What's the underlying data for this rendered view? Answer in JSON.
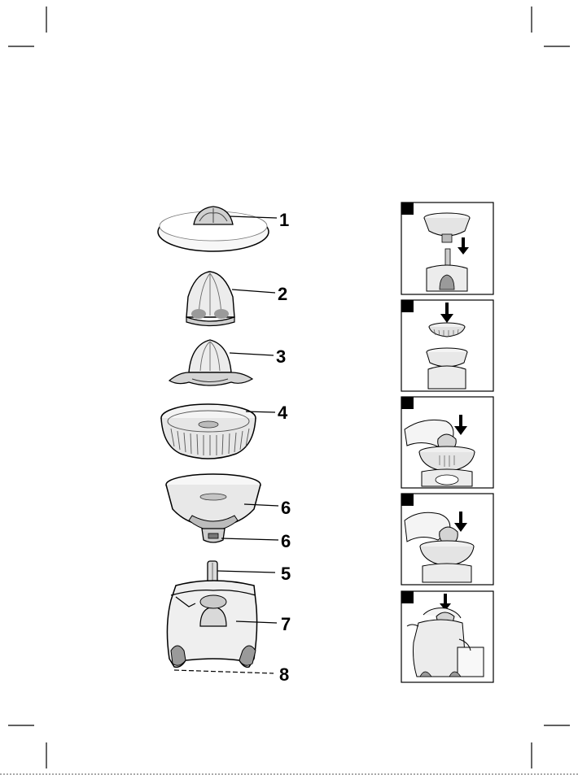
{
  "parts": {
    "lid": "1",
    "small_cone": "2",
    "large_cone": "3",
    "filter": "4",
    "juice_container": "6",
    "drip_stop": "6",
    "drive_shaft": "5",
    "motor_base": "7",
    "cord_storage": "8"
  },
  "steps": [
    {
      "badge_color": "#000000"
    },
    {
      "badge_color": "#000000"
    },
    {
      "badge_color": "#000000"
    },
    {
      "badge_color": "#000000"
    },
    {
      "badge_color": "#000000"
    }
  ],
  "colors": {
    "line": "#000000",
    "fill_light": "#f2f2f2",
    "fill_mid": "#d9d9d9",
    "fill_dark": "#9a9a9a"
  }
}
